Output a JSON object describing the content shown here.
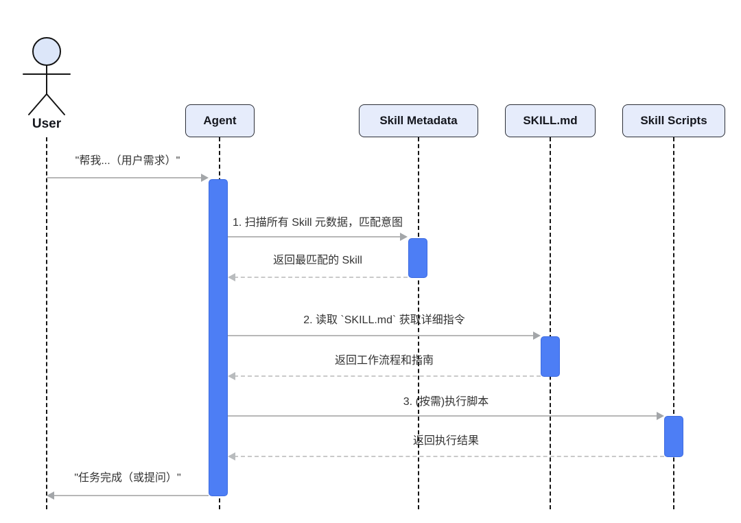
{
  "diagram_type": "sequence-diagram",
  "actor": {
    "name": "User"
  },
  "participants": [
    {
      "id": "agent",
      "label": "Agent"
    },
    {
      "id": "skill-metadata",
      "label": "Skill Metadata"
    },
    {
      "id": "skill-md",
      "label": "SKILL.md"
    },
    {
      "id": "skill-scripts",
      "label": "Skill Scripts"
    }
  ],
  "messages": [
    {
      "from": "User",
      "to": "Agent",
      "line": "solid",
      "text": "\"帮我...（用户需求）\""
    },
    {
      "from": "Agent",
      "to": "Skill Metadata",
      "line": "solid",
      "text": "1. 扫描所有 Skill 元数据，匹配意图"
    },
    {
      "from": "Skill Metadata",
      "to": "Agent",
      "line": "dashed",
      "text": "返回最匹配的 Skill"
    },
    {
      "from": "Agent",
      "to": "SKILL.md",
      "line": "solid",
      "text": "2. 读取 `SKILL.md` 获取详细指令"
    },
    {
      "from": "SKILL.md",
      "to": "Agent",
      "line": "dashed",
      "text": "返回工作流程和指南"
    },
    {
      "from": "Agent",
      "to": "Skill Scripts",
      "line": "solid",
      "text": "3. (按需)执行脚本"
    },
    {
      "from": "Skill Scripts",
      "to": "Agent",
      "line": "dashed",
      "text": "返回执行结果"
    },
    {
      "from": "Agent",
      "to": "User",
      "line": "solid",
      "text": "\"任务完成（或提问）\""
    }
  ],
  "colors": {
    "participant_fill": "#e6ecfb",
    "participant_border": "#2a2d35",
    "participant_text": "#15171e",
    "activation_fill": "#4d7ef5",
    "activation_border": "#3d6be0",
    "lifeline": "#141414",
    "arrow_solid": "#b7b7b7",
    "arrow_dashed": "#c9c9c9",
    "arrowhead_solid": "#a3a6a9",
    "arrowhead_dashed": "#b9bcbe",
    "message_text": "#333333",
    "actor_head_fill": "#dce6f9"
  }
}
